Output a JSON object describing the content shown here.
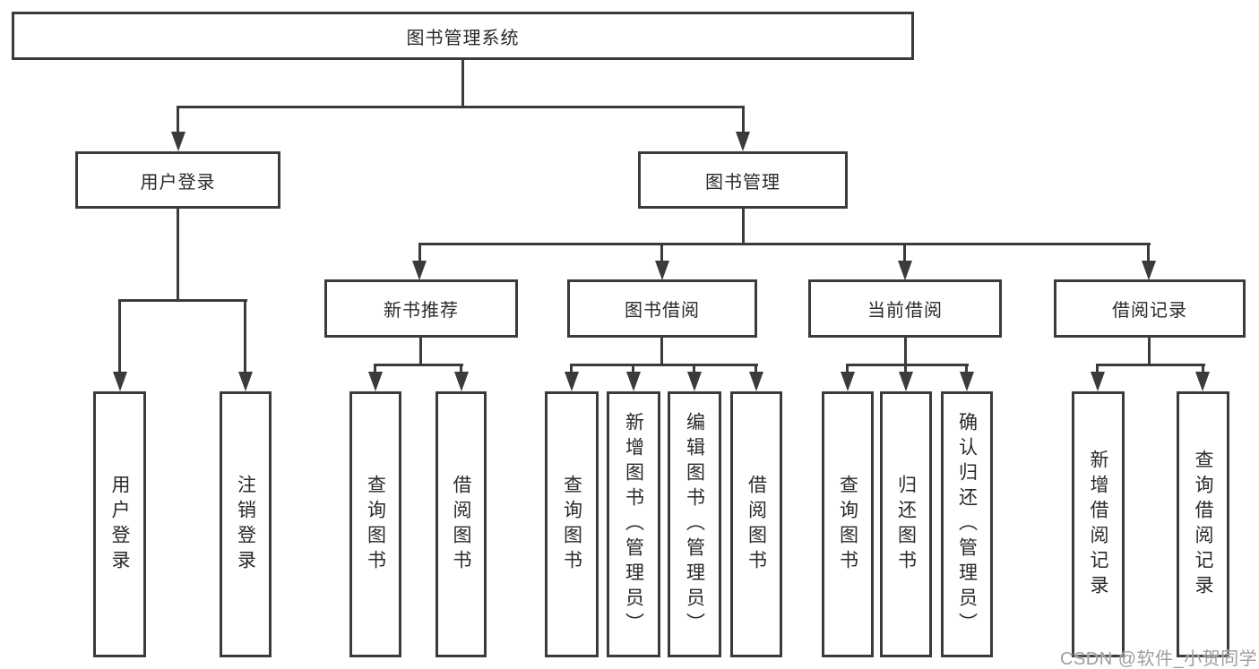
{
  "diagram": {
    "root": {
      "label": "图书管理系统"
    },
    "branches": [
      {
        "label": "用户登录",
        "children": [
          {
            "label": "用户登录"
          },
          {
            "label": "注销登录"
          }
        ]
      },
      {
        "label": "图书管理",
        "children": [
          {
            "label": "新书推荐",
            "children": [
              {
                "label": "查询图书"
              },
              {
                "label": "借阅图书"
              }
            ]
          },
          {
            "label": "图书借阅",
            "children": [
              {
                "label": "查询图书"
              },
              {
                "label": "新增图书（管理员）"
              },
              {
                "label": "编辑图书（管理员）"
              },
              {
                "label": "借阅图书"
              }
            ]
          },
          {
            "label": "当前借阅",
            "children": [
              {
                "label": "查询图书"
              },
              {
                "label": "归还图书"
              },
              {
                "label": "确认归还（管理员）"
              }
            ]
          },
          {
            "label": "借阅记录",
            "children": [
              {
                "label": "新增借阅记录"
              },
              {
                "label": "查询借阅记录"
              }
            ]
          }
        ]
      }
    ]
  },
  "watermark": {
    "text": "CSDN @软件_小贺同学"
  },
  "colors": {
    "line": "#3b3b3b",
    "text": "#2a2a2a",
    "watermark": "#9e9e9e",
    "background": "#ffffff"
  }
}
